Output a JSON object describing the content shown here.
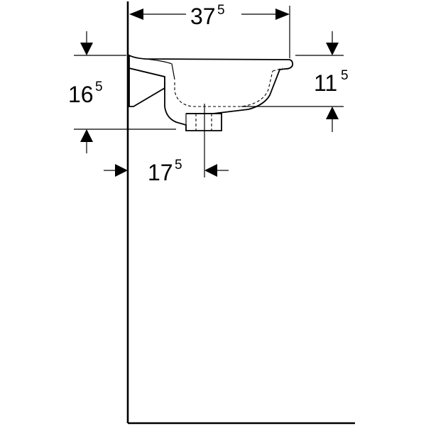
{
  "dimensions": {
    "basin_depth": {
      "main": "37",
      "sup": "5"
    },
    "total_height": {
      "main": "16",
      "sup": "5"
    },
    "rim_height": {
      "main": "11",
      "sup": "5"
    },
    "drain_offset": {
      "main": "17",
      "sup": "5"
    }
  }
}
